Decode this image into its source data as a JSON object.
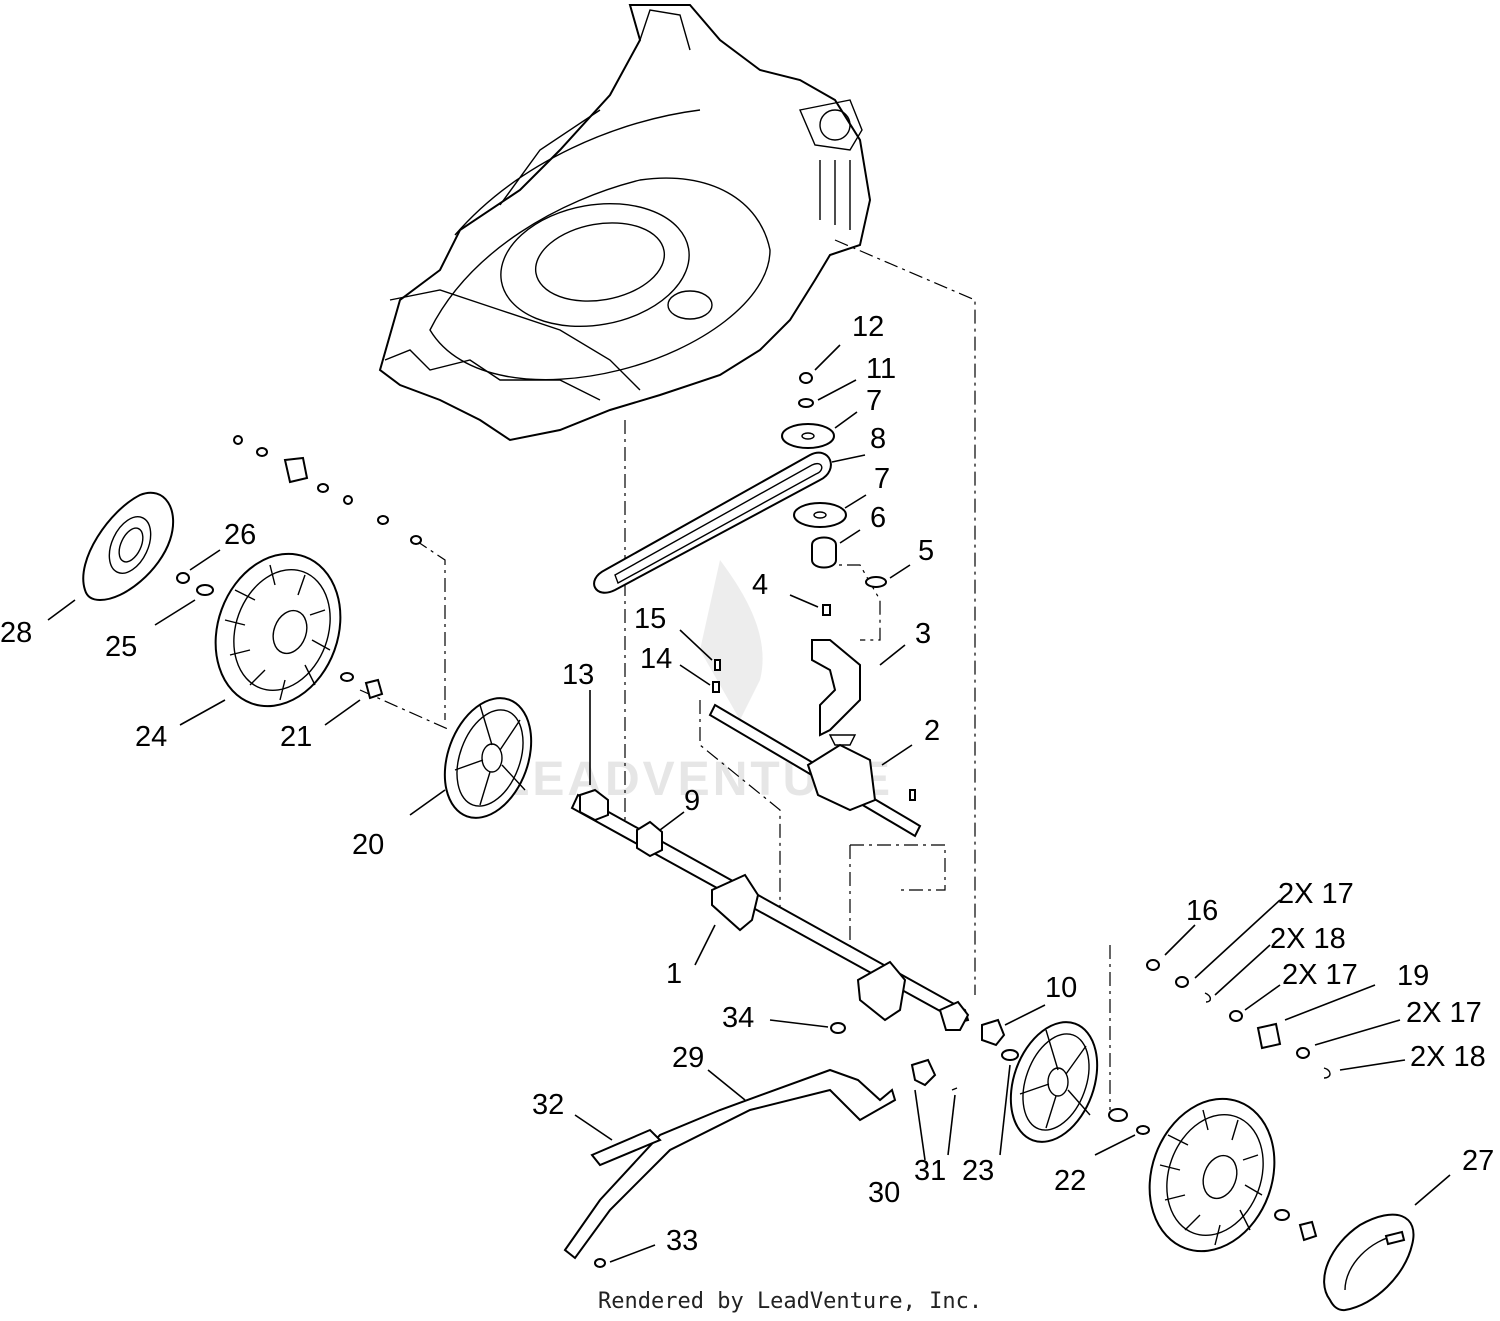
{
  "watermark": "LEADVENTURE",
  "credit": "Rendered by LeadVenture, Inc.",
  "callouts": [
    "1",
    "2",
    "3",
    "4",
    "5",
    "6",
    "7",
    "7",
    "8",
    "9",
    "10",
    "11",
    "12",
    "13",
    "14",
    "15",
    "16",
    "2X 17",
    "2X 18",
    "2X 17",
    "19",
    "2X 17",
    "2X 18",
    "20",
    "21",
    "22",
    "23",
    "24",
    "25",
    "26",
    "27",
    "28",
    "29",
    "30",
    "31",
    "32",
    "33",
    "34"
  ],
  "colors": {
    "line": "#000000",
    "background": "#ffffff",
    "watermark": "#e6e6e6"
  }
}
